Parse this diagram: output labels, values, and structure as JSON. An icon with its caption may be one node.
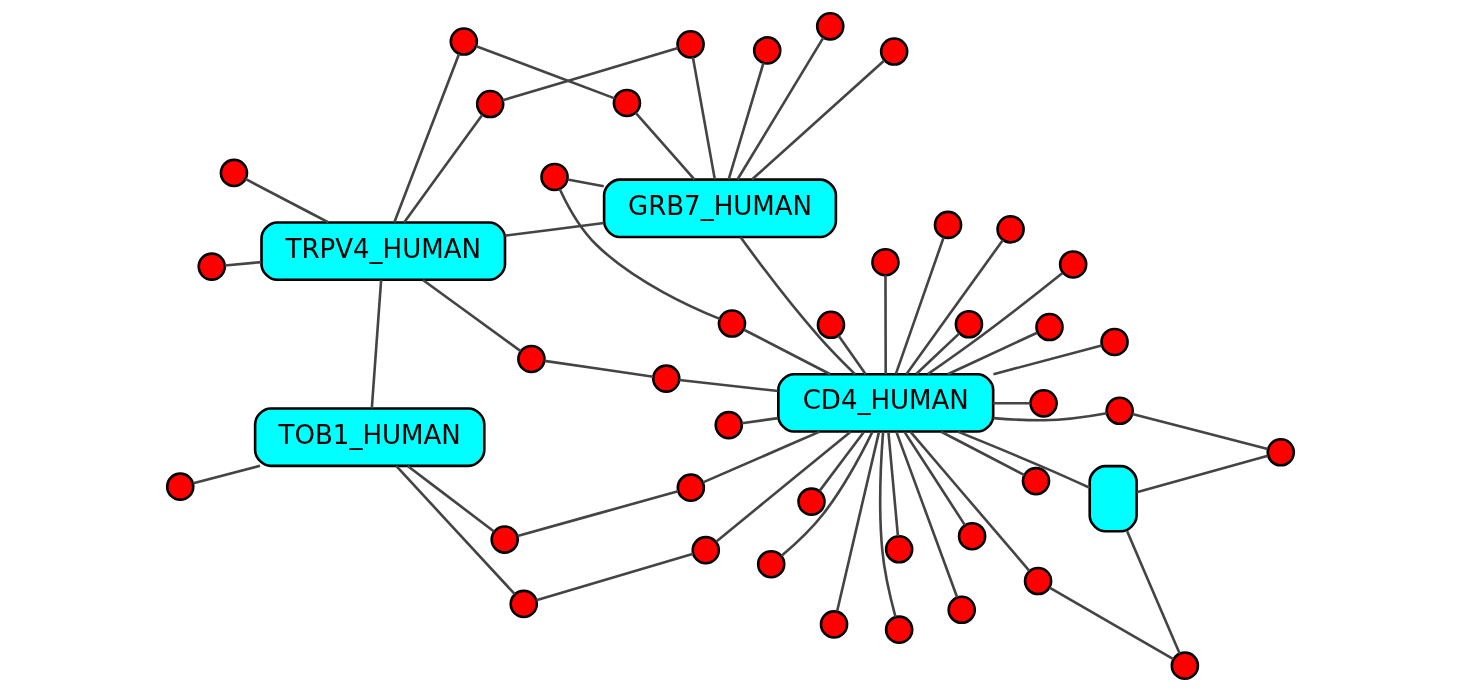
{
  "diagram": {
    "nodes": [
      {
        "text": [
          "TOB1_HUMAN"
        ]
      },
      {
        "text": [
          "TRPV4_HUMAN"
        ]
      },
      {
        "text": [
          "GRB7_HUMAN"
        ]
      },
      {
        "text": [
          "CD4_HUMAN"
        ]
      },
      {
        "text": [],
        "shape": "box"
      },
      {
        "text": [],
        "shape": "circle"
      },
      {
        "text": [],
        "shape": "circle"
      },
      {
        "text": [],
        "shape": "circle"
      },
      {
        "text": [],
        "shape": "circle"
      },
      {
        "text": [],
        "shape": "circle"
      },
      {
        "text": [],
        "shape": "circle"
      },
      {
        "text": [],
        "shape": "circle"
      },
      {
        "text": [],
        "shape": "circle"
      },
      {
        "text": [],
        "shape": "circle"
      },
      {
        "text": [],
        "shape": "circle"
      },
      {
        "text": [],
        "shape": "circle"
      },
      {
        "text": [],
        "shape": "circle"
      },
      {
        "text": [],
        "shape": "circle"
      },
      {
        "text": [],
        "shape": "circle"
      },
      {
        "text": [],
        "shape": "circle"
      },
      {
        "text": [],
        "shape": "circle"
      },
      {
        "text": [],
        "shape": "circle"
      },
      {
        "text": [],
        "shape": "circle"
      },
      {
        "text": [],
        "shape": "circle"
      },
      {
        "text": [],
        "shape": "circle"
      },
      {
        "text": [],
        "shape": "circle"
      },
      {
        "text": [],
        "shape": "circle"
      },
      {
        "text": [],
        "shape": "circle"
      },
      {
        "text": [],
        "shape": "circle"
      },
      {
        "text": [],
        "shape": "circle"
      },
      {
        "text": [],
        "shape": "circle"
      },
      {
        "text": [],
        "shape": "circle"
      },
      {
        "text": [],
        "shape": "circle"
      },
      {
        "text": [],
        "shape": "circle"
      },
      {
        "text": [],
        "shape": "circle"
      },
      {
        "text": [],
        "shape": "circle"
      },
      {
        "text": [],
        "shape": "circle"
      },
      {
        "text": [],
        "shape": "circle"
      },
      {
        "text": [],
        "shape": "circle"
      },
      {
        "text": [],
        "shape": "circle"
      },
      {
        "text": [],
        "shape": "circle"
      },
      {
        "text": [],
        "shape": "circle"
      },
      {
        "text": [],
        "shape": "circle"
      },
      {
        "text": [],
        "shape": "circle"
      },
      {
        "text": [],
        "shape": "circle"
      }
    ],
    "edges": [
      {
        "from": 3,
        "to": 5,
        "arrow": "none"
      },
      {
        "from": 3,
        "to": 6,
        "arrow": "none"
      },
      {
        "from": 3,
        "to": 7,
        "arrow": "none"
      },
      {
        "from": 3,
        "to": 8,
        "arrow": "none"
      },
      {
        "from": 3,
        "to": 9,
        "arrow": "none"
      },
      {
        "from": 3,
        "to": 10,
        "arrow": "none"
      },
      {
        "from": 3,
        "to": 11,
        "arrow": "none"
      },
      {
        "from": 3,
        "to": 12,
        "arrow": "none"
      },
      {
        "from": 3,
        "to": 13,
        "arrow": "none"
      },
      {
        "from": 3,
        "to": 14,
        "arrow": "none"
      },
      {
        "from": 3,
        "to": 15,
        "arrow": "none"
      },
      {
        "from": 3,
        "to": 16,
        "arrow": "none"
      },
      {
        "from": 3,
        "to": 17,
        "arrow": "none"
      },
      {
        "from": 3,
        "to": 18,
        "arrow": "none"
      },
      {
        "from": 3,
        "to": 19,
        "arrow": "none"
      },
      {
        "from": 3,
        "to": 20,
        "arrow": "none"
      },
      {
        "from": 3,
        "to": 21,
        "arrow": "none"
      },
      {
        "from": 3,
        "to": 22,
        "arrow": "none"
      },
      {
        "from": 3,
        "to": 23,
        "arrow": "none"
      },
      {
        "from": 3,
        "to": 24,
        "arrow": "none"
      },
      {
        "from": 3,
        "to": 25,
        "arrow": "none"
      },
      {
        "from": 3,
        "to": 26,
        "arrow": "none"
      },
      {
        "from": 3,
        "to": 27,
        "arrow": "none"
      },
      {
        "from": 3,
        "to": 28,
        "arrow": "none"
      },
      {
        "from": 2,
        "to": 29,
        "arrow": "none"
      },
      {
        "from": 2,
        "to": 30,
        "arrow": "none"
      },
      {
        "from": 2,
        "to": 31,
        "arrow": "none"
      },
      {
        "from": 2,
        "to": 32,
        "arrow": "none"
      },
      {
        "from": 2,
        "to": 33,
        "arrow": "none"
      },
      {
        "from": 2,
        "to": 34,
        "arrow": "none"
      },
      {
        "from": 2,
        "to": 3,
        "arrow": "none"
      },
      {
        "from": 1,
        "to": 35,
        "arrow": "none"
      },
      {
        "from": 1,
        "to": 36,
        "arrow": "none"
      },
      {
        "from": 1,
        "to": 37,
        "arrow": "none"
      },
      {
        "from": 1,
        "to": 38,
        "arrow": "none"
      },
      {
        "from": 1,
        "to": 39,
        "arrow": "none"
      },
      {
        "from": 1,
        "to": 2,
        "arrow": "none"
      },
      {
        "from": 0,
        "to": 40,
        "arrow": "none"
      },
      {
        "from": 0,
        "to": 41,
        "arrow": "none"
      },
      {
        "from": 0,
        "to": 42,
        "arrow": "none"
      },
      {
        "from": 0,
        "to": 1,
        "arrow": "none"
      },
      {
        "from": 4,
        "to": 43,
        "arrow": "none"
      },
      {
        "from": 4,
        "to": 44,
        "arrow": "none"
      },
      {
        "from": 4,
        "to": 3,
        "arrow": "none"
      },
      {
        "from": 5,
        "to": 29,
        "arrow": "none"
      },
      {
        "from": 10,
        "to": 35,
        "arrow": "none"
      },
      {
        "from": 15,
        "to": 43,
        "arrow": "none"
      },
      {
        "from": 20,
        "to": 40,
        "arrow": "none"
      },
      {
        "from": 25,
        "to": 44,
        "arrow": "none"
      },
      {
        "from": 30,
        "to": 36,
        "arrow": "none"
      },
      {
        "from": 33,
        "to": 37,
        "arrow": "none"
      },
      {
        "from": 6,
        "to": 41,
        "arrow": "none"
      }
    ]
  }
}
